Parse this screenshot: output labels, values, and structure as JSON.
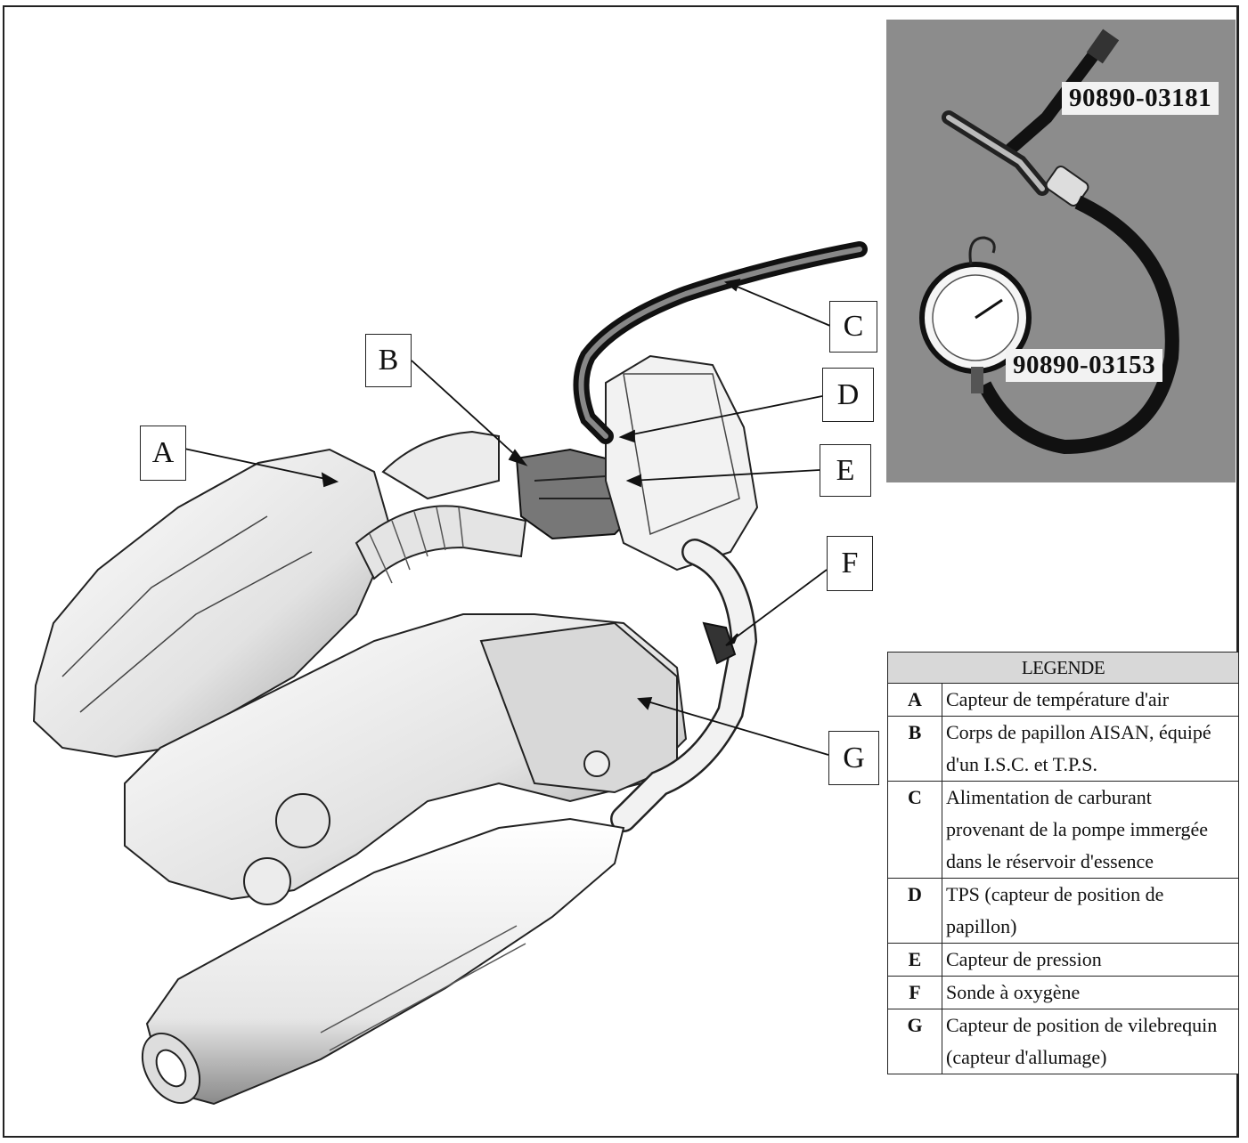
{
  "callouts": {
    "a": "A",
    "b": "B",
    "c": "C",
    "d": "D",
    "e": "E",
    "f": "F",
    "g": "G"
  },
  "photo": {
    "part_number_top": "90890-03181",
    "part_number_bottom": "90890-03153"
  },
  "legend": {
    "title": "LEGENDE",
    "items": [
      {
        "key": "A",
        "text": "Capteur de température d'air"
      },
      {
        "key": "B",
        "text": "Corps de papillon AISAN, équipé d'un I.S.C. et T.P.S."
      },
      {
        "key": "C",
        "text": "Alimentation de carburant provenant de la pompe immergée dans le réservoir d'essence"
      },
      {
        "key": "D",
        "text": "TPS (capteur de position de papillon)"
      },
      {
        "key": "E",
        "text": "Capteur de pression"
      },
      {
        "key": "F",
        "text": "Sonde à oxygène"
      },
      {
        "key": "G",
        "text": "Capteur de position de vilebrequin (capteur d'allumage)"
      }
    ]
  }
}
